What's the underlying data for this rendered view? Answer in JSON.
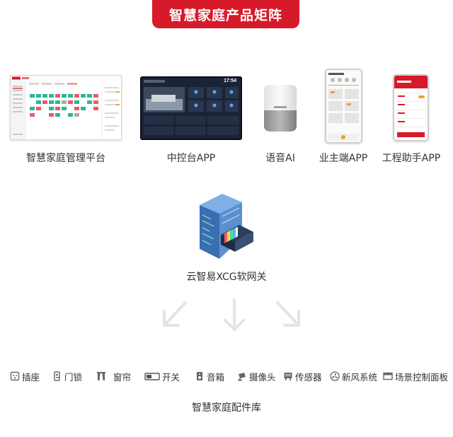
{
  "title": "智慧家庭产品矩阵",
  "products": [
    {
      "id": "platform",
      "label": "智慧家庭管理平台"
    },
    {
      "id": "central",
      "label": "中控台APP"
    },
    {
      "id": "voice",
      "label": "语音AI"
    },
    {
      "id": "owner",
      "label": "业主端APP"
    },
    {
      "id": "engineer",
      "label": "工程助手APP"
    }
  ],
  "tablet_time": "17:54",
  "gateway": {
    "label": "云智易XCG软网关"
  },
  "accessories": [
    {
      "label": "插座",
      "icon": "socket-icon"
    },
    {
      "label": "门锁",
      "icon": "door-lock-icon"
    },
    {
      "label": "窗帘",
      "icon": "curtain-icon"
    },
    {
      "label": "开关",
      "icon": "switch-icon"
    },
    {
      "label": "音箱",
      "icon": "speaker-icon"
    },
    {
      "label": "摄像头",
      "icon": "camera-icon"
    },
    {
      "label": "传感器",
      "icon": "sensor-icon"
    },
    {
      "label": "新风系统",
      "icon": "fan-icon"
    },
    {
      "label": "场景控制面板",
      "icon": "panel-icon"
    }
  ],
  "library": {
    "label": "智慧家庭配件库"
  },
  "colors": {
    "accent": "#d71a29",
    "arrow": "#e4e4e4",
    "gateway_blue": "#4e79b8"
  }
}
